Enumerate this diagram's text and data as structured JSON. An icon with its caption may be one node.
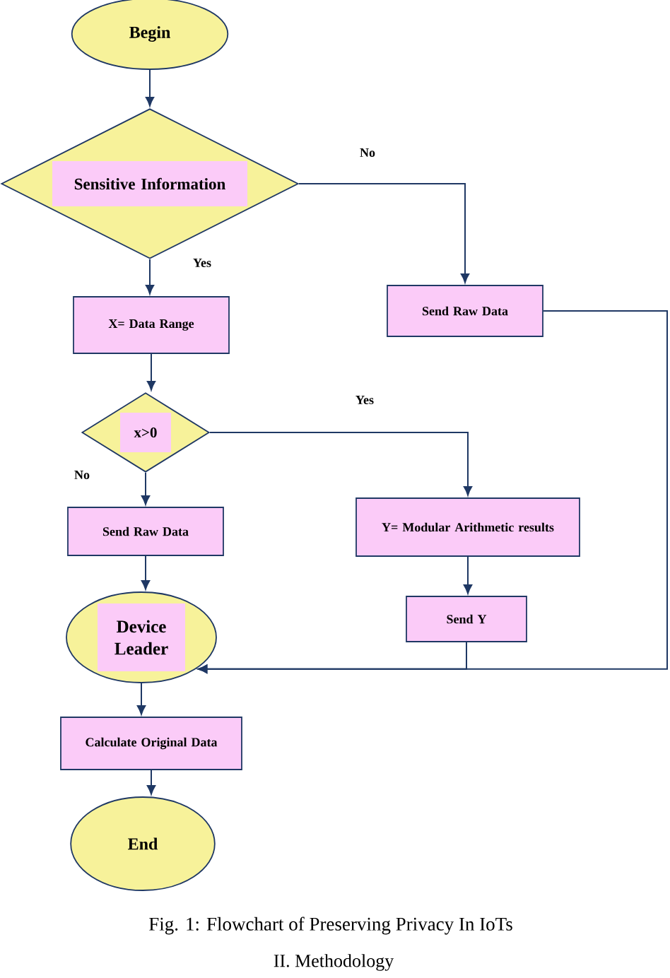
{
  "diagram": {
    "caption": "Fig. 1: Flowchart of Preserving Privacy In IoTs",
    "nodes": [
      {
        "text": [
          "Begin"
        ]
      },
      {
        "text": [
          "Sensitive Information"
        ]
      },
      {
        "text": [
          "X= Data Range"
        ]
      },
      {
        "text": [
          "Send Raw Data"
        ]
      },
      {
        "text": [
          "x>0"
        ]
      },
      {
        "text": [
          "Send Raw Data"
        ]
      },
      {
        "text": [
          "Y= Modular Arithmetic results"
        ]
      },
      {
        "text": [
          "Send Y"
        ]
      },
      {
        "text": [
          "Device Leader"
        ]
      },
      {
        "text": [
          "Calculate Original Data"
        ]
      },
      {
        "text": [
          "End"
        ]
      }
    ],
    "edges": [
      {
        "from": 0,
        "to": 1,
        "arrow": "to"
      },
      {
        "from": 1,
        "to": 2,
        "arrow": "to",
        "label": "Yes"
      },
      {
        "from": 1,
        "to": 3,
        "arrow": "to",
        "label": "No"
      },
      {
        "from": 2,
        "to": 4,
        "arrow": "to"
      },
      {
        "from": 4,
        "to": 6,
        "arrow": "to",
        "label": "Yes"
      },
      {
        "from": 4,
        "to": 5,
        "arrow": "to",
        "label": "No"
      },
      {
        "from": 5,
        "to": 8,
        "arrow": "to"
      },
      {
        "from": 6,
        "to": 7,
        "arrow": "to"
      },
      {
        "from": 7,
        "to": 8,
        "arrow": "to"
      },
      {
        "from": 3,
        "to": 8,
        "arrow": "to"
      },
      {
        "from": 8,
        "to": 9,
        "arrow": "to"
      },
      {
        "from": 9,
        "to": 10,
        "arrow": "to"
      }
    ],
    "labels": [
      "II. Methodology"
    ]
  }
}
